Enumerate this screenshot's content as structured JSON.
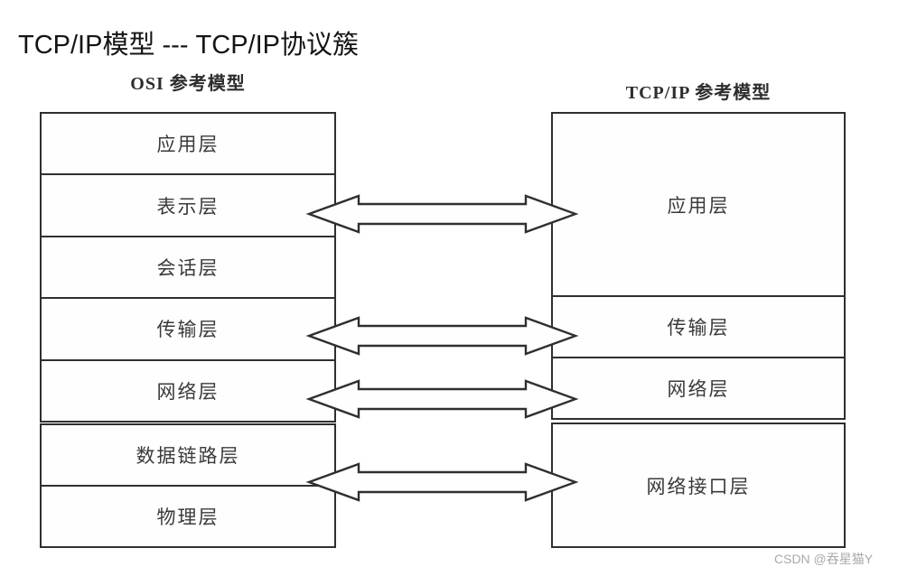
{
  "title": "TCP/IP模型 --- TCP/IP协议簇",
  "watermark": "CSDN @吞星猫Y",
  "osi": {
    "header": "OSI 参考模型",
    "upper": [
      "应用层",
      "表示层",
      "会话层",
      "传输层",
      "网络层"
    ],
    "lower": [
      "数据链路层",
      "物理层"
    ]
  },
  "tcpip": {
    "header": "TCP/IP 参考模型",
    "upper": [
      "应用层",
      "传输层",
      "网络层"
    ],
    "lower": [
      "网络接口层"
    ]
  },
  "arrows": {
    "style": "double-headed-hollow",
    "connections": [
      {
        "from": "表示层",
        "to": "应用层"
      },
      {
        "from": "传输层",
        "to": "传输层"
      },
      {
        "from": "网络层",
        "to": "网络层"
      },
      {
        "from": "数据链路层",
        "to": "网络接口层"
      }
    ]
  },
  "colors": {
    "line": "#2f2f2f",
    "box_text": "#3a3a3a",
    "title_text": "#141414",
    "watermark_text": "#a9a9a9",
    "background": "#ffffff"
  }
}
